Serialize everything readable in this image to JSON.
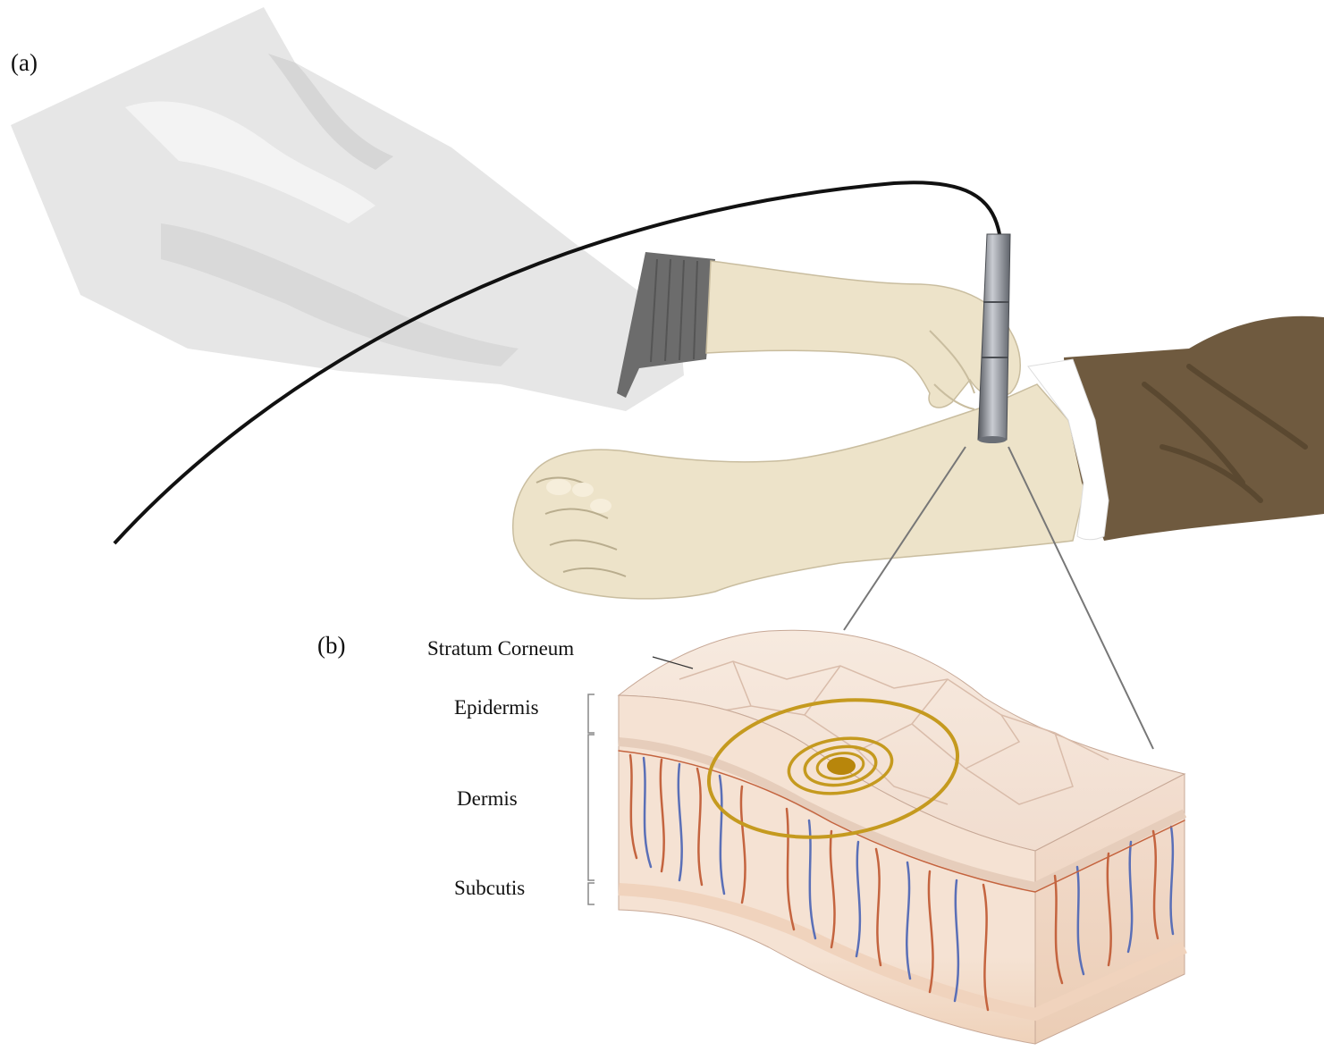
{
  "panels": {
    "a": {
      "label": "(a)"
    },
    "b": {
      "label": "(b)"
    }
  },
  "layers": {
    "stratum_corneum": "Stratum Corneum",
    "epidermis": "Epidermis",
    "dermis": "Dermis",
    "subcutis": "Subcutis"
  },
  "colors": {
    "lab_coat": "#e3e3e3",
    "cuff": "#6c6c6c",
    "glove": "#ede3c9",
    "patient_sleeve": "#6f5a3f",
    "cable": "#111111",
    "probe": "#8a8e96",
    "skin_surface": "#f4e3d6",
    "dermis": "#f7e6da",
    "subcutis": "#f3dcc8",
    "artery": "#c4643f",
    "vein": "#5a6fb7",
    "wave_ring": "#c59a1f",
    "wave_center": "#b8860b"
  }
}
